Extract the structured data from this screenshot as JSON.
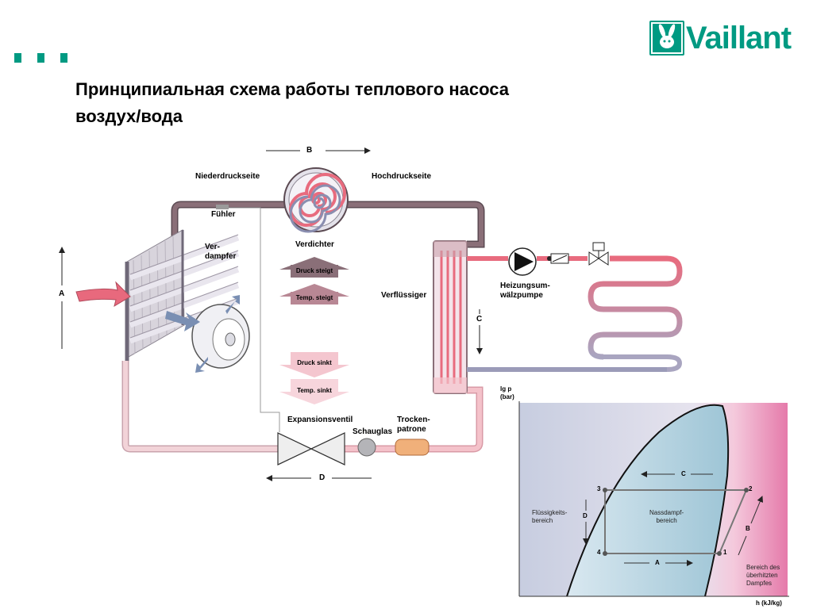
{
  "header": {
    "title_line1": "Принципиальная схема работы теплового насоса",
    "title_line2": "воздух/вода",
    "logo_text": "Vaillant"
  },
  "diagram": {
    "flow_b": "B",
    "flow_a": "A",
    "flow_c": "C",
    "flow_d": "D",
    "low_side": "Niederdruckseite",
    "high_side": "Hochdruckseite",
    "sensor": "Fühler",
    "evaporator": "Ver-\ndampfer",
    "compressor": "Verdichter",
    "condenser": "Verflüssiger",
    "pump": "Heizungsum-\nwälzpumpe",
    "expansion_valve": "Expansionsventil",
    "sight_glass": "Schauglas",
    "dryer": "Trocken-\npatrone",
    "pressure_rises": "Druck steigt",
    "temp_rises": "Temp. steigt",
    "pressure_falls": "Druck sinkt",
    "temp_falls": "Temp. sinkt"
  },
  "phase_diagram": {
    "y_axis": "lg p\n(bar)",
    "x_axis": "h (kJ/kg)",
    "liquid_region": "Flüssigkeits-\nbereich",
    "wet_steam_region": "Nassdampf-\nbereich",
    "superheated_region": "Bereich des\nüberhitzten\nDampfes",
    "point1": "1",
    "point2": "2",
    "point3": "3",
    "point4": "4",
    "label_a": "A",
    "label_b": "B",
    "label_c": "C",
    "label_d": "D"
  },
  "colors": {
    "accent": "#009a82",
    "pipe_cold": "#8a6f78",
    "pipe_hot": "#e86b7e",
    "pipe_warm": "#f2b8c0"
  }
}
